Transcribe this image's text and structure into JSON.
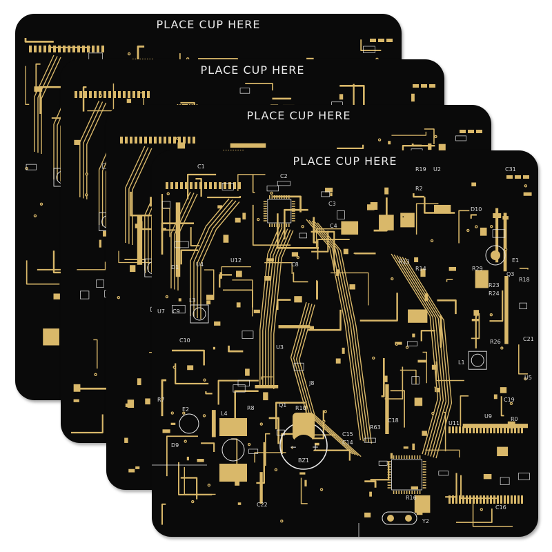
{
  "colors": {
    "background": "#ffffff",
    "board": "#0a0a0a",
    "copper_gold": "#d9b86a",
    "silkscreen": "#e8e8e8"
  },
  "coasters": [
    {
      "label": "PLACE CUP HERE"
    },
    {
      "label": "PLACE CUP HERE"
    },
    {
      "label": "PLACE CUP HERE"
    },
    {
      "label": "PLACE CUP HERE"
    }
  ],
  "designators": {
    "c1": "C1",
    "c2": "C2",
    "c3": "C3",
    "c4": "C4",
    "c8": "C8",
    "c31": "C31",
    "r19": "R19",
    "u2": "U2",
    "r2": "R2",
    "d10": "D10",
    "e1": "E1",
    "q3": "Q3",
    "r18": "R18",
    "r13": "R13",
    "r14": "R14",
    "r29": "R29",
    "r23": "R23",
    "r24": "R24",
    "r26": "R26",
    "c21": "C21",
    "l1": "L1",
    "u5": "U5",
    "c19": "C19",
    "r0": "R0",
    "u9": "U9",
    "u11": "U11",
    "c18": "C18",
    "r63": "R63",
    "c15": "C15",
    "c14": "C14",
    "r8": "R8",
    "r10": "R10",
    "q1": "Q1",
    "bz1": "BZ1",
    "l4": "L4",
    "e2": "E2",
    "d9": "D9",
    "r7": "R7",
    "u7": "U7",
    "c9": "C9",
    "c10": "C10",
    "l3": "L3",
    "u4": "U4",
    "d1": "D1",
    "u12": "U12",
    "u3": "U3",
    "c16": "C16",
    "r16": "R16",
    "y2": "Y2",
    "c22": "C22",
    "j8": "J8"
  }
}
